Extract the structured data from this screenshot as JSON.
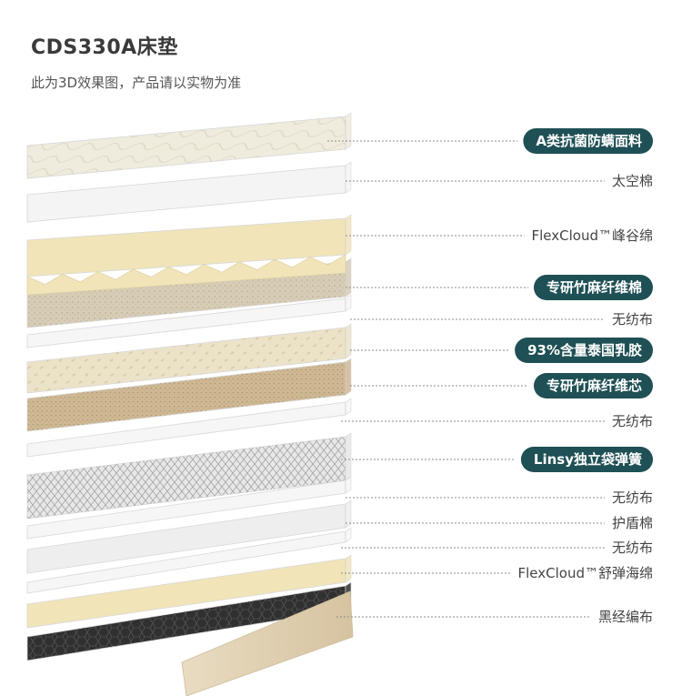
{
  "header": {
    "title": "CDS330A床垫",
    "subtitle": "此为3D效果图，产品请以实物为准"
  },
  "colors": {
    "accent": "#1f5055",
    "leader": "#8c8c8c",
    "cover": "#efebdd",
    "cotton": "#f4f4f4",
    "foam": "#f1e4b8",
    "fiber": "#d7ccb6",
    "nonwoven": "#f6f6f6",
    "latex": "#ece2c8",
    "core": "#cfb894",
    "spring": "#e7e7e7",
    "black_fabric": "#303030"
  },
  "layers": [
    {
      "name": "A类抗菌防螨面料",
      "highlight": true
    },
    {
      "name": "太空棉",
      "highlight": false
    },
    {
      "name": "FlexCloud™峰谷绵",
      "highlight": false
    },
    {
      "name": "专研竹麻纤维棉",
      "highlight": true
    },
    {
      "name": "无纺布",
      "highlight": false
    },
    {
      "name": "93%含量泰国乳胶",
      "highlight": true
    },
    {
      "name": "专研竹麻纤维芯",
      "highlight": true
    },
    {
      "name": "无纺布",
      "highlight": false
    },
    {
      "name": "Linsy独立袋弹簧",
      "highlight": true
    },
    {
      "name": "无纺布",
      "highlight": false
    },
    {
      "name": "护盾棉",
      "highlight": false
    },
    {
      "name": "无纺布",
      "highlight": false
    },
    {
      "name": "FlexCloud™舒弹海绵",
      "highlight": false
    },
    {
      "name": "黑经编布",
      "highlight": false
    }
  ]
}
